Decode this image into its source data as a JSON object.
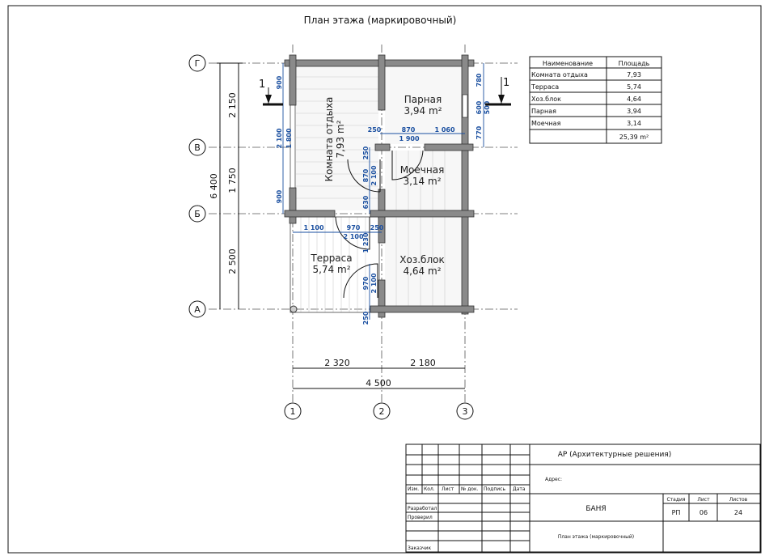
{
  "title": "План этажа (маркировочный)",
  "axes": {
    "rows": [
      "Г",
      "В",
      "Б",
      "А"
    ],
    "cols": [
      "1",
      "2",
      "3"
    ]
  },
  "dimensions": {
    "left_total": "6 400",
    "left_parts": [
      "2 150",
      "1 750",
      "2 500"
    ],
    "bottom_parts": [
      "2 320",
      "2 180"
    ],
    "bottom_total": "4 500",
    "window_left": [
      "900",
      "2 100",
      "1 800",
      "900"
    ],
    "right": [
      "780",
      "600",
      "500",
      "770"
    ],
    "parnaya_door": [
      "250",
      "870",
      "1 060",
      "1 900"
    ],
    "mid_wall": [
      "250",
      "870",
      "2 100",
      "630"
    ],
    "terrace_top": [
      "1 100",
      "970",
      "250",
      "2 100",
      "1 230"
    ],
    "terrace_mid": [
      "970",
      "2 100",
      "250"
    ]
  },
  "section_mark": "1",
  "rooms": [
    {
      "name": "Комната отдыха",
      "area": "7,93 m²"
    },
    {
      "name": "Парная",
      "area": "3,94 m²"
    },
    {
      "name": "Моечная",
      "area": "3,14 m²"
    },
    {
      "name": "Терраса",
      "area": "5,74 m²"
    },
    {
      "name": "Хоз.блок",
      "area": "4,64 m²"
    }
  ],
  "area_table": {
    "headers": [
      "Наименование",
      "Площадь"
    ],
    "rows": [
      [
        "Комната отдыха",
        "7,93"
      ],
      [
        "Терраса",
        "5,74"
      ],
      [
        "Хоз.блок",
        "4,64"
      ],
      [
        "Парная",
        "3,94"
      ],
      [
        "Моечная",
        "3,14"
      ]
    ],
    "total": "25,39 m²"
  },
  "title_block": {
    "project": "АР (Архитектурные решения)",
    "address_label": "Адрес:",
    "columns": [
      "Изм.",
      "Кол.",
      "Лист",
      "№ док.",
      "Подпись",
      "Дата"
    ],
    "developed": "Разработал",
    "checked": "Проверил",
    "customer": "Заказчик",
    "object": "БАНЯ",
    "sheet_title": "План этажа (маркировочный)",
    "stage_label": "Стадия",
    "sheet_label": "Лист",
    "sheets_label": "Листов",
    "stage": "РП",
    "sheet": "06",
    "sheets": "24"
  }
}
